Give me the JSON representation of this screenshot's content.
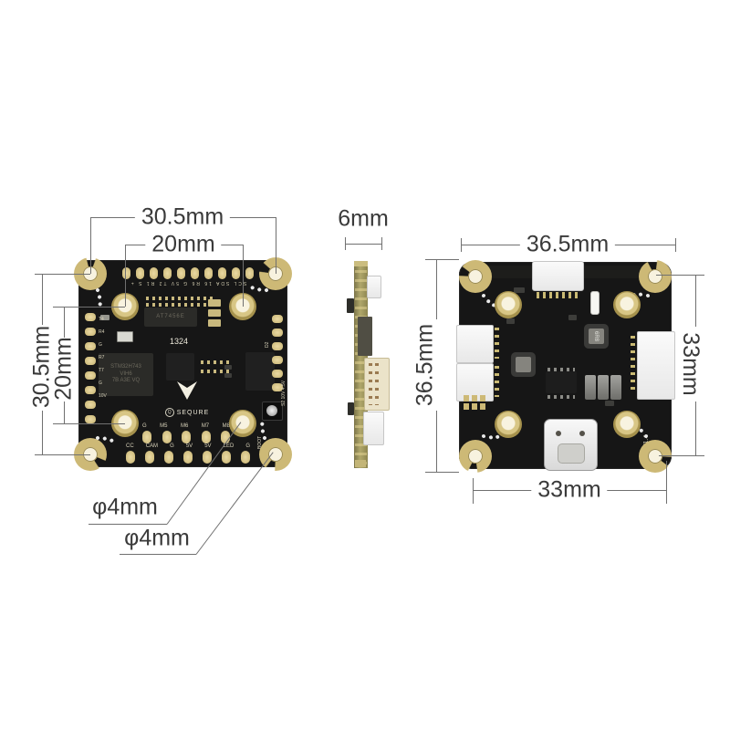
{
  "dims": {
    "lb_top_outer": "30.5mm",
    "lb_top_inner": "20mm",
    "lb_left_outer": "30.5mm",
    "lb_left_inner": "20mm",
    "lb_hole_inner": "φ4mm",
    "lb_hole_corner": "φ4mm",
    "side_thickness": "6mm",
    "rb_top": "36.5mm",
    "rb_left": "36.5mm",
    "rb_right": "33mm",
    "rb_bottom": "33mm"
  },
  "left_silk": {
    "top_pad_labels": "SCL SDA 16 R6 G 5V T2 R1 S +",
    "left_pad_labels": [
      "T4",
      "R4",
      "G",
      "R7",
      "T7",
      "G",
      "10V"
    ],
    "right_edge_label": "S2 10V 4.5V",
    "right_edge_label2": "D2",
    "osd_chip": "AT7456E",
    "mcu_line1": "STM32H743",
    "mcu_line2": "VIH6",
    "mcu_line3": "7B A3E VQ",
    "date_code": "1324",
    "brand_mark": "Q",
    "brand": "SEQURE",
    "boot_label": "BOOT",
    "motor_row": [
      "G",
      "M5",
      "M6",
      "M7",
      "M8"
    ],
    "io_row": [
      "CC",
      "CAM",
      "G",
      "5V",
      "5V",
      "LED",
      "G"
    ]
  },
  "right_silk": {
    "inductor": "6R8",
    "version": "V1.4"
  },
  "colors": {
    "pcb": "#161616",
    "gold": "#cdb976",
    "pad_hole": "#f7f2df",
    "dim_line": "#707070",
    "dim_text": "#3a3a3a"
  }
}
